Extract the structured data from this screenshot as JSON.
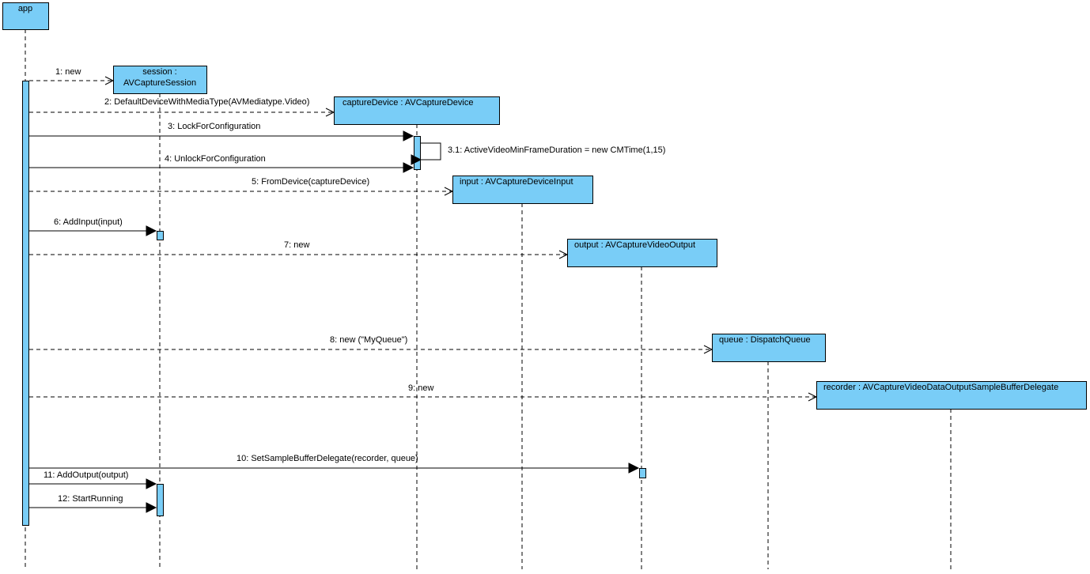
{
  "participants": [
    {
      "id": "app",
      "lines": [
        "app"
      ]
    },
    {
      "id": "session",
      "lines": [
        "session :",
        "AVCaptureSession"
      ]
    },
    {
      "id": "captureDevice",
      "lines": [
        "captureDevice  : AVCaptureDevice"
      ]
    },
    {
      "id": "input",
      "lines": [
        "input : AVCaptureDeviceInput"
      ]
    },
    {
      "id": "output",
      "lines": [
        "output : AVCaptureVideoOutput"
      ]
    },
    {
      "id": "queue",
      "lines": [
        "queue : DispatchQueue"
      ]
    },
    {
      "id": "recorder",
      "lines": [
        "recorder : AVCaptureVideoDataOutputSampleBufferDelegate"
      ]
    }
  ],
  "messages": [
    {
      "id": "m1",
      "label": "1: new",
      "from": "app",
      "to": "session",
      "kind": "create"
    },
    {
      "id": "m2",
      "label": "2: DefaultDeviceWithMediaType(AVMediatype.Video)",
      "from": "app",
      "to": "captureDevice",
      "kind": "create"
    },
    {
      "id": "m3",
      "label": "3: LockForConfiguration",
      "from": "app",
      "to": "captureDevice",
      "kind": "sync"
    },
    {
      "id": "m3_1",
      "label": "3.1: ActiveVideoMinFrameDuration = new CMTime(1,15)",
      "from": "captureDevice",
      "to": "captureDevice",
      "kind": "self"
    },
    {
      "id": "m4",
      "label": "4: UnlockForConfiguration",
      "from": "app",
      "to": "captureDevice",
      "kind": "sync"
    },
    {
      "id": "m5",
      "label": "5: FromDevice(captureDevice)",
      "from": "app",
      "to": "input",
      "kind": "create"
    },
    {
      "id": "m6",
      "label": "6: AddInput(input)",
      "from": "app",
      "to": "session",
      "kind": "sync"
    },
    {
      "id": "m7",
      "label": "7: new",
      "from": "app",
      "to": "output",
      "kind": "create"
    },
    {
      "id": "m8",
      "label": "8: new (\"MyQueue\")",
      "from": "app",
      "to": "queue",
      "kind": "create"
    },
    {
      "id": "m9",
      "label": "9: new",
      "from": "app",
      "to": "recorder",
      "kind": "create"
    },
    {
      "id": "m10",
      "label": "10: SetSampleBufferDelegate(recorder, queue)",
      "from": "app",
      "to": "output",
      "kind": "sync"
    },
    {
      "id": "m11",
      "label": "11: AddOutput(output)",
      "from": "app",
      "to": "session",
      "kind": "sync"
    },
    {
      "id": "m12",
      "label": "12: StartRunning",
      "from": "app",
      "to": "session",
      "kind": "sync"
    }
  ],
  "colors": {
    "box_fill": "#79cdf7",
    "line": "#000000"
  }
}
